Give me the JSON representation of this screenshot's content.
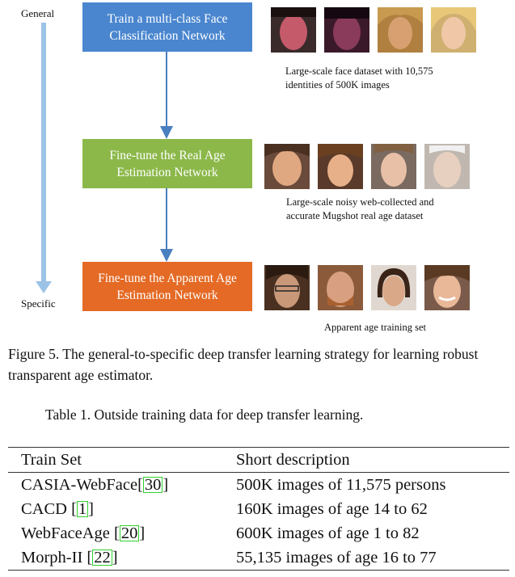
{
  "figure": {
    "axis": {
      "top_label": "General",
      "bottom_label": "Specific"
    },
    "steps": [
      {
        "lines": [
          "Train a multi-class Face",
          "Classification Network"
        ],
        "color": "#4a86cf",
        "caption": [
          "Large-scale face dataset with 10,575",
          "identities of 500K images"
        ]
      },
      {
        "lines": [
          "Fine-tune the Real Age",
          "Estimation Network"
        ],
        "color": "#8cb84a",
        "caption": [
          "Large-scale noisy web-collected and",
          "accurate Mugshot real age dataset"
        ]
      },
      {
        "lines": [
          "Fine-tune the Apparent Age",
          "Estimation Network"
        ],
        "color": "#e46a25",
        "caption": [
          "Apparent age training set"
        ]
      }
    ],
    "caption": "Figure 5. The general-to-specific deep transfer learning strategy for learning robust transparent age estimator."
  },
  "table": {
    "caption": "Table 1. Outside training data for deep transfer learning.",
    "headers": [
      "Train Set",
      "Short description"
    ],
    "rows": [
      {
        "name": "CASIA-WebFace",
        "ref": "30",
        "close": "]",
        "description": "500K images of 11,575 persons"
      },
      {
        "name": "CACD ",
        "ref": "1",
        "close": "]",
        "description": "160K images of age 14 to 62"
      },
      {
        "name": "WebFaceAge ",
        "ref": "20",
        "close": "]",
        "description": "600K images of age 1 to 82"
      },
      {
        "name": "Morph-II ",
        "ref": "22",
        "close": "]",
        "description": "55,135 images of age 16 to 77"
      }
    ]
  },
  "colors": {
    "axis_arrow": "#9cc3e6",
    "flow_arrow": "#4a7fc0",
    "ref_box": "#2fd12f"
  },
  "icons": [
    "face-photo"
  ]
}
